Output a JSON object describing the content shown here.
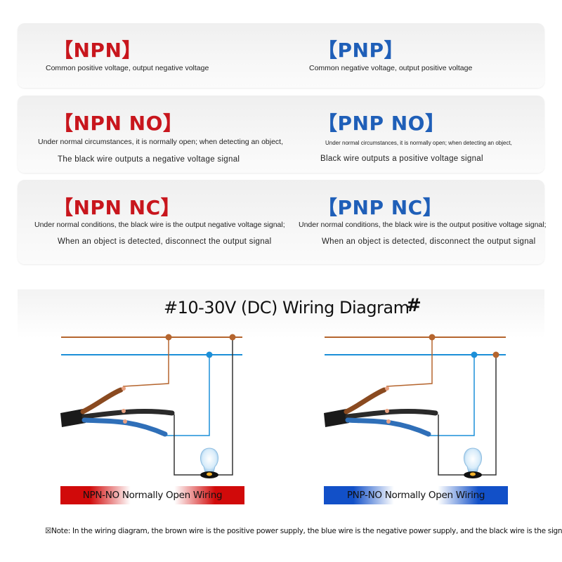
{
  "row1": {
    "npn_title": "【NPN】",
    "npn_desc": "Common positive voltage, output negative voltage",
    "pnp_title": "【PNP】",
    "pnp_desc": "Common negative voltage, output positive voltage"
  },
  "row2": {
    "npn_title": "【NPN NO】",
    "npn_desc1": "Under normal circumstances, it is normally open; when detecting an object,",
    "npn_desc2": "The black wire outputs a negative voltage signal",
    "pnp_title": "【PNP NO】",
    "pnp_desc1": "Under normal circumstances, it is normally open; when detecting an object,",
    "pnp_desc2": "Black wire outputs a positive voltage signal"
  },
  "row3": {
    "npn_title": "【NPN NC】",
    "npn_desc1": "Under normal conditions, the black wire is the output negative voltage signal;",
    "npn_desc2": "When an object is detected, disconnect the output signal",
    "pnp_title": "【PNP NC】",
    "pnp_desc1": "Under normal conditions, the black wire is the output positive voltage signal;",
    "pnp_desc2": "When an object is detected, disconnect the output signal"
  },
  "diagram": {
    "title": "#10-30V (DC) Wiring Diagram",
    "hash": "#",
    "npn_label": "NPN-NO Normally Open Wiring",
    "pnp_label": "PNP-NO Normally Open Wiring"
  },
  "note": "☒Note: In the wiring diagram, the brown wire is the positive power supply, the blue wire is the negative power supply, and the black wire is the signal line.",
  "colors": {
    "npn_red": "#c8161d",
    "pnp_blue": "#1f5fb8",
    "brown_wire": "#b5652e",
    "blue_wire": "#1c8fd8",
    "black_wire": "#222222"
  }
}
